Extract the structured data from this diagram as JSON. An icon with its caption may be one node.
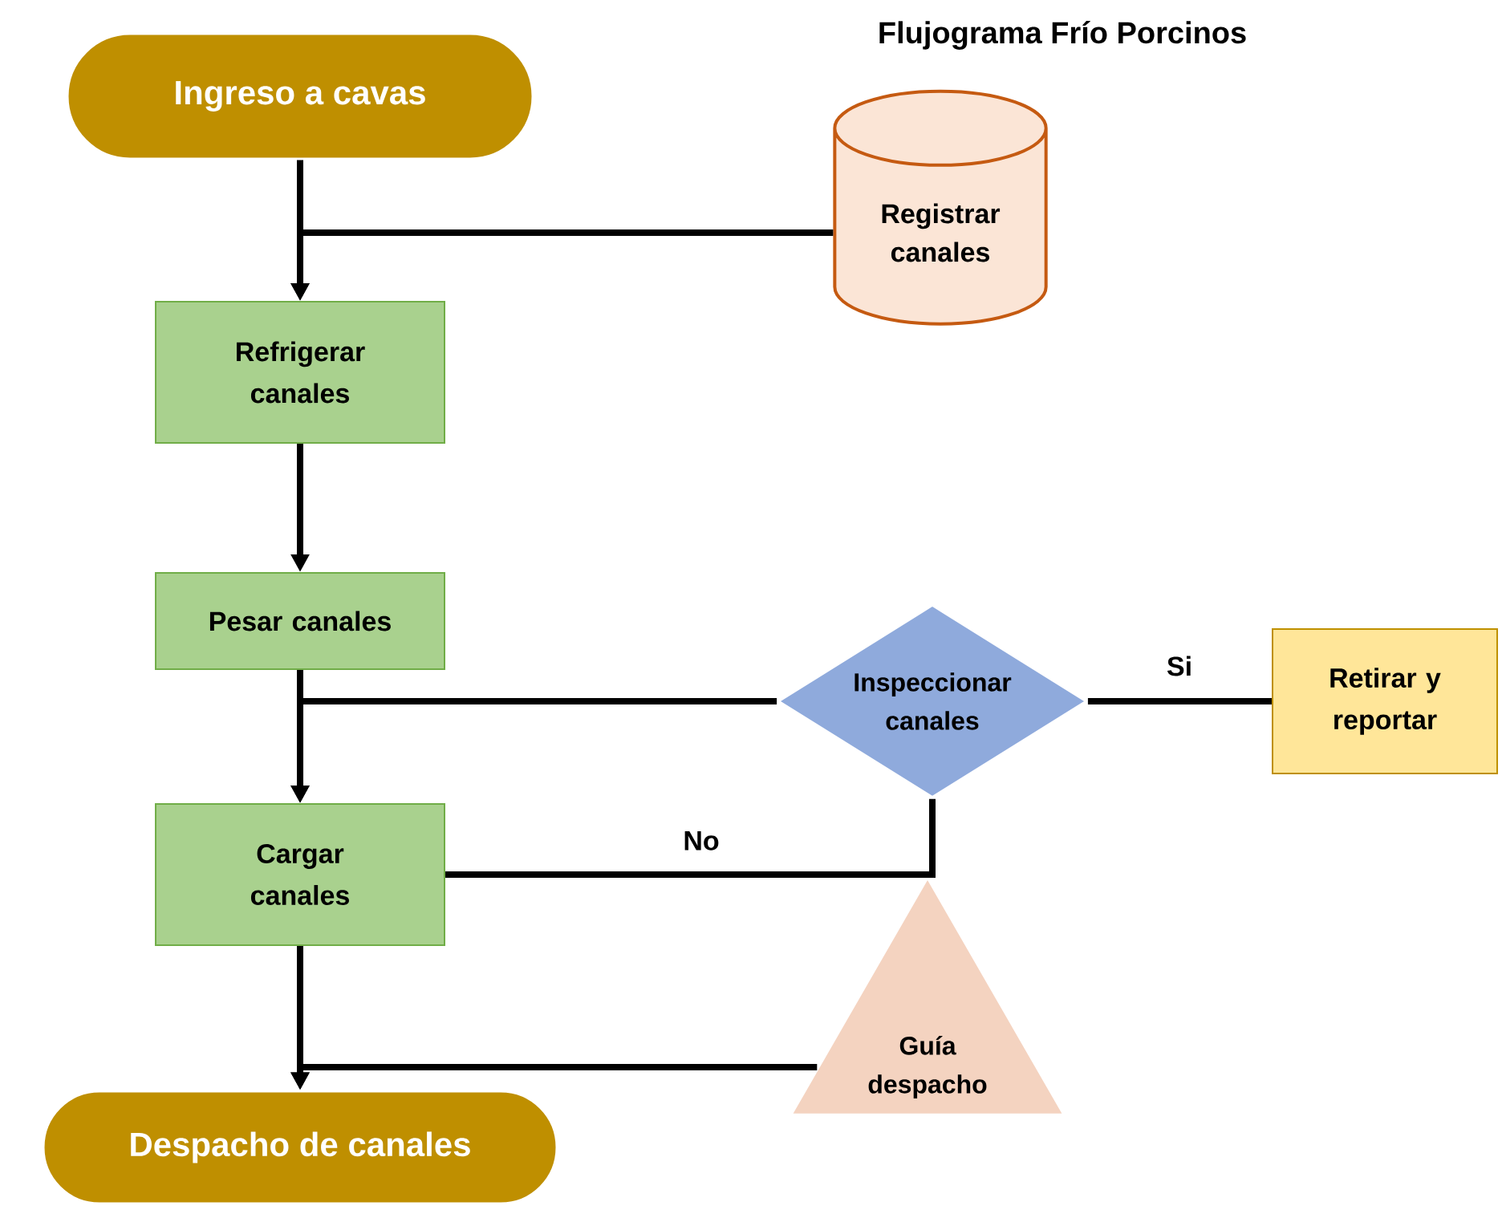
{
  "diagram": {
    "title": "Flujograma Frío Porcinos",
    "nodes": [
      {
        "text": [
          "Ingreso a cavas"
        ]
      },
      {
        "text": [
          "Registrar canales"
        ]
      },
      {
        "text": [
          "Refrigerar canales"
        ]
      },
      {
        "text": [
          "Pesar canales"
        ]
      },
      {
        "text": [
          "Inspeccionar canales"
        ]
      },
      {
        "text": [
          "Retirar y reportar"
        ]
      },
      {
        "text": [
          "Cargar canales"
        ]
      },
      {
        "text": [
          "Guía despacho"
        ]
      },
      {
        "text": [
          "Despacho de canales"
        ]
      }
    ],
    "edges": [
      {
        "from": 0,
        "to": 2,
        "arrow": "to"
      },
      {
        "from": 1,
        "to": 2,
        "arrow": "to"
      },
      {
        "from": 2,
        "to": 3,
        "arrow": "to"
      },
      {
        "from": 3,
        "to": 6,
        "arrow": "to"
      },
      {
        "from": 4,
        "to": 6,
        "arrow": "to"
      },
      {
        "from": 4,
        "to": 5,
        "arrow": "none",
        "label": "Si"
      },
      {
        "from": 4,
        "to": 6,
        "arrow": "none",
        "label": "No"
      },
      {
        "from": 6,
        "to": 8,
        "arrow": "to"
      },
      {
        "from": 7,
        "to": 8,
        "arrow": "to"
      }
    ]
  }
}
